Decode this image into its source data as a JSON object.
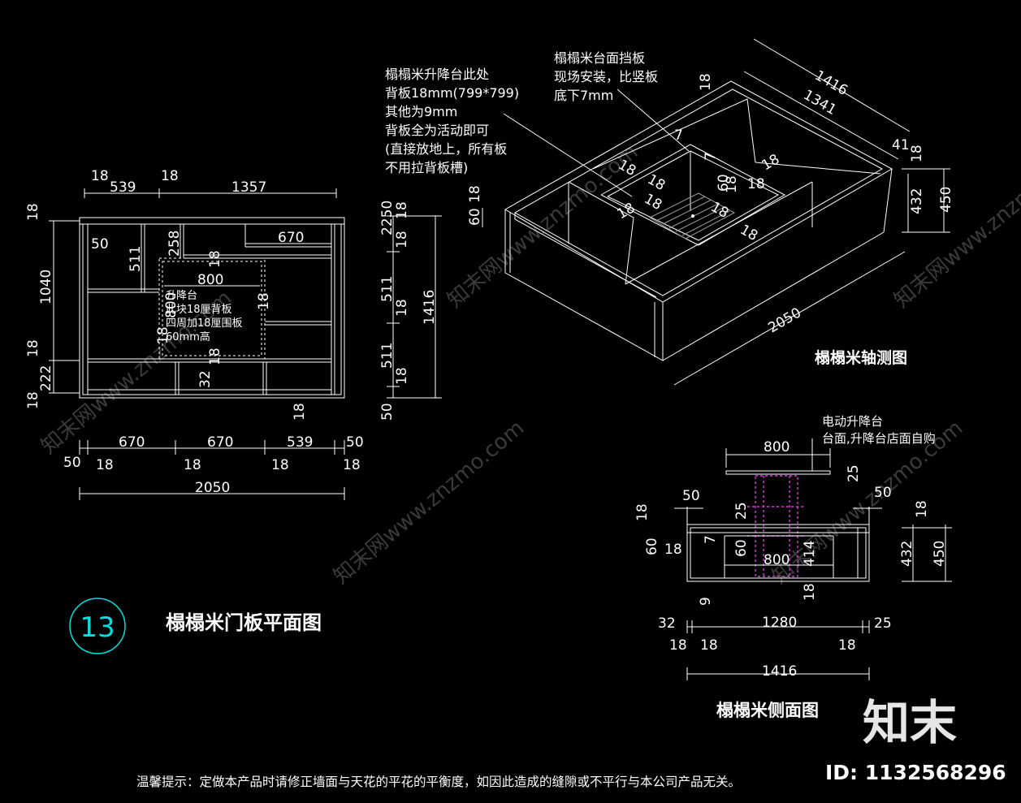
{
  "plan": {
    "title": "榻榻米门板平面图",
    "badge": "13",
    "lift_note": [
      "升降台",
      "此块18厘背板",
      "四周加18厘围板",
      "60mm高"
    ],
    "dims_top": [
      "18",
      "539",
      "18",
      "1357"
    ],
    "dims_left": [
      "18",
      "1040",
      "18",
      "222",
      "18"
    ],
    "dims_inner": [
      "50",
      "511",
      "258",
      "670",
      "800",
      "800",
      "18",
      "18",
      "18",
      "18",
      "32",
      "18"
    ],
    "dims_bottom": [
      "670",
      "670",
      "539",
      "50",
      "50",
      "18",
      "18",
      "18",
      "18",
      "2050"
    ],
    "dims_right": [
      "2250",
      "18",
      "18",
      "511",
      "18",
      "511",
      "18",
      "50",
      "1416"
    ]
  },
  "iso": {
    "title": "榻榻米轴测图",
    "note_left": [
      "榻榻米升降台此处",
      "背板18mm(799*799)",
      "其他为9mm",
      "背板全为活动即可",
      "(直接放地上，所有板",
      "不用拉背板槽)"
    ],
    "note_top": [
      "榻榻米台面挡板",
      "现场安装，比竖板",
      "底下7mm"
    ],
    "dims": [
      "1416",
      "1341",
      "41",
      "18",
      "18",
      "432",
      "450",
      "2050",
      "60",
      "18",
      "7",
      "7",
      "18",
      "18",
      "18",
      "18",
      "60",
      "18",
      "18",
      "18",
      "18",
      "18"
    ]
  },
  "side": {
    "title": "榻榻米侧面图",
    "note": [
      "电动升降台",
      "台面,升降台店面自购"
    ],
    "dims": [
      "800",
      "25",
      "50",
      "50",
      "18",
      "18",
      "25",
      "60",
      "18",
      "7",
      "60",
      "800",
      "414",
      "432",
      "450",
      "9",
      "18",
      "32",
      "1280",
      "25",
      "18",
      "18",
      "18",
      "1416"
    ]
  },
  "footer": {
    "warning": "温馨提示：定做本产品时请修正墙面与天花的平花的平衡度，如因此造成的缝隙或不平行与本公司产品无关。",
    "logo": "知末",
    "id": "ID: 1132568296",
    "watermarks": [
      "知末网www.znzmo.com",
      "znzmo.com"
    ]
  },
  "colors": {
    "background": "#000000",
    "lines": "#ffffff",
    "badge": "#00e0e0",
    "hidden": "#d33ad3"
  }
}
